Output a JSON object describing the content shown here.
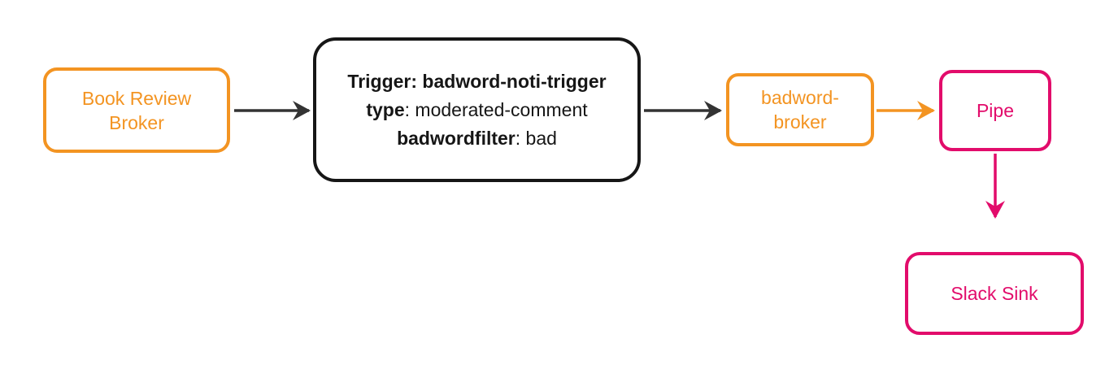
{
  "diagram": {
    "colors": {
      "orange": "#F39422",
      "pink": "#E20C6B",
      "arrow_dark": "#333333",
      "trigger_black": "#161616",
      "background": "#ffffff"
    },
    "nodes": {
      "book_review_broker": {
        "label": "Book Review\nBroker"
      },
      "trigger": {
        "line1_bold": "Trigger: badword-noti-trigger",
        "line2_key": "type",
        "line2_value": ": moderated-comment",
        "line3_key": "badwordfilter",
        "line3_value": ": bad"
      },
      "badword_broker": {
        "label": "badword-\nbroker"
      },
      "pipe": {
        "label": "Pipe"
      },
      "slack_sink": {
        "label": "Slack Sink"
      }
    },
    "edges": [
      {
        "from": "book_review_broker",
        "to": "trigger",
        "color": "dark"
      },
      {
        "from": "trigger",
        "to": "badword_broker",
        "color": "dark"
      },
      {
        "from": "badword_broker",
        "to": "pipe",
        "color": "orange"
      },
      {
        "from": "pipe",
        "to": "slack_sink",
        "color": "pink"
      }
    ]
  }
}
